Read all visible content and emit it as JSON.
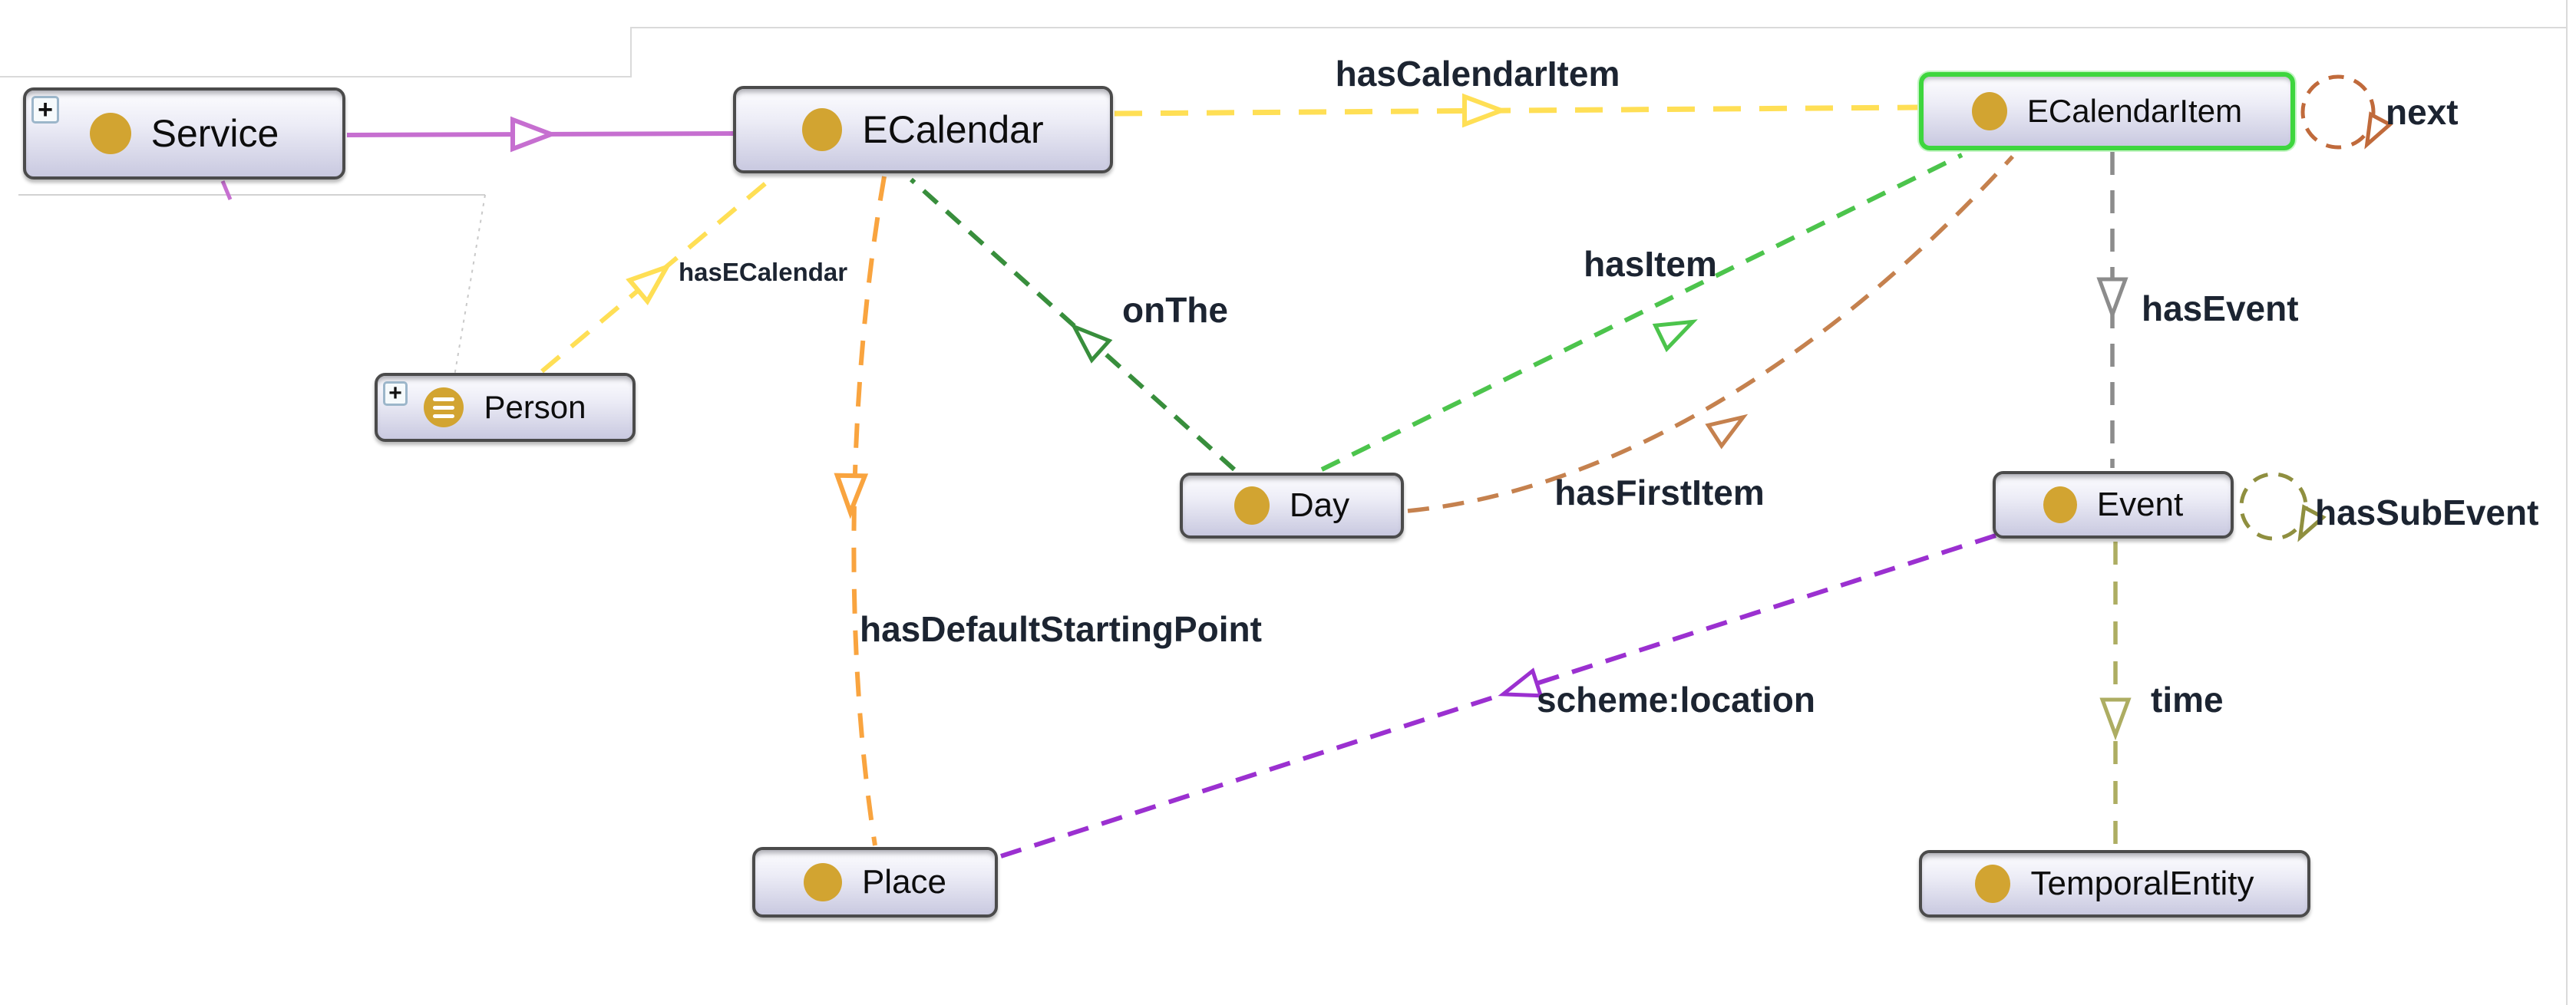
{
  "ui": {
    "expand_glyph": "+",
    "selection_color": "#3ed63e",
    "node_fill_top": "#fdfdff",
    "node_fill_bottom": "#c9c9e0",
    "node_border": "#4b4b4b",
    "class_icon_color": "#d2a431",
    "label_text_color": "#1c2431"
  },
  "nodes": {
    "service": {
      "label": "Service",
      "expandable": true,
      "icon": "class-dot"
    },
    "ecalendar": {
      "label": "ECalendar",
      "expandable": false,
      "icon": "class-dot"
    },
    "ecalendaritem": {
      "label": "ECalendarItem",
      "expandable": false,
      "icon": "class-dot",
      "selected": true
    },
    "person": {
      "label": "Person",
      "expandable": true,
      "icon": "class-dot-with-individuals"
    },
    "day": {
      "label": "Day",
      "expandable": false,
      "icon": "class-dot"
    },
    "event": {
      "label": "Event",
      "expandable": false,
      "icon": "class-dot"
    },
    "place": {
      "label": "Place",
      "expandable": false,
      "icon": "class-dot"
    },
    "temporalentity": {
      "label": "TemporalEntity",
      "expandable": false,
      "icon": "class-dot"
    }
  },
  "edges": {
    "subclass_service_ecalendar": {
      "label": "",
      "color": "#c66fd0",
      "style": "solid",
      "from": "Service",
      "to": "ECalendar"
    },
    "hascalendaritem": {
      "label": "hasCalendarItem",
      "color": "#ffdf55",
      "style": "dashed",
      "from": "ECalendar",
      "to": "ECalendarItem"
    },
    "hasecalendar": {
      "label": "hasECalendar",
      "color": "#ffdf55",
      "style": "dashed",
      "from": "Person",
      "to": "ECalendar"
    },
    "onthe": {
      "label": "onThe",
      "color": "#388e3c",
      "style": "dashed",
      "from": "Day",
      "to": "ECalendar"
    },
    "hasitem": {
      "label": "hasItem",
      "color": "#4cc44c",
      "style": "dashed",
      "from": "Day",
      "to": "ECalendarItem"
    },
    "hasfirstitem": {
      "label": "hasFirstItem",
      "color": "#c5814e",
      "style": "dashed",
      "from": "Day",
      "to": "ECalendarItem"
    },
    "hasevent": {
      "label": "hasEvent",
      "color": "#8c8c8c",
      "style": "dashed",
      "from": "ECalendarItem",
      "to": "Event"
    },
    "next": {
      "label": "next",
      "color": "#c06a3b",
      "style": "dashed-loop",
      "from": "ECalendarItem",
      "to": "ECalendarItem"
    },
    "hassubevent": {
      "label": "hasSubEvent",
      "color": "#8f8f3f",
      "style": "dashed-loop",
      "from": "Event",
      "to": "Event"
    },
    "hasdefaultstartingpoint": {
      "label": "hasDefaultStartingPoint",
      "color": "#f9a43f",
      "style": "dashed",
      "from": "ECalendar",
      "to": "Place"
    },
    "schemelocation": {
      "label": "scheme:location",
      "color": "#9b30d0",
      "style": "dashed",
      "from": "Event",
      "to": "Place"
    },
    "time": {
      "label": "time",
      "color": "#adad62",
      "style": "dashed",
      "from": "Event",
      "to": "TemporalEntity"
    }
  }
}
